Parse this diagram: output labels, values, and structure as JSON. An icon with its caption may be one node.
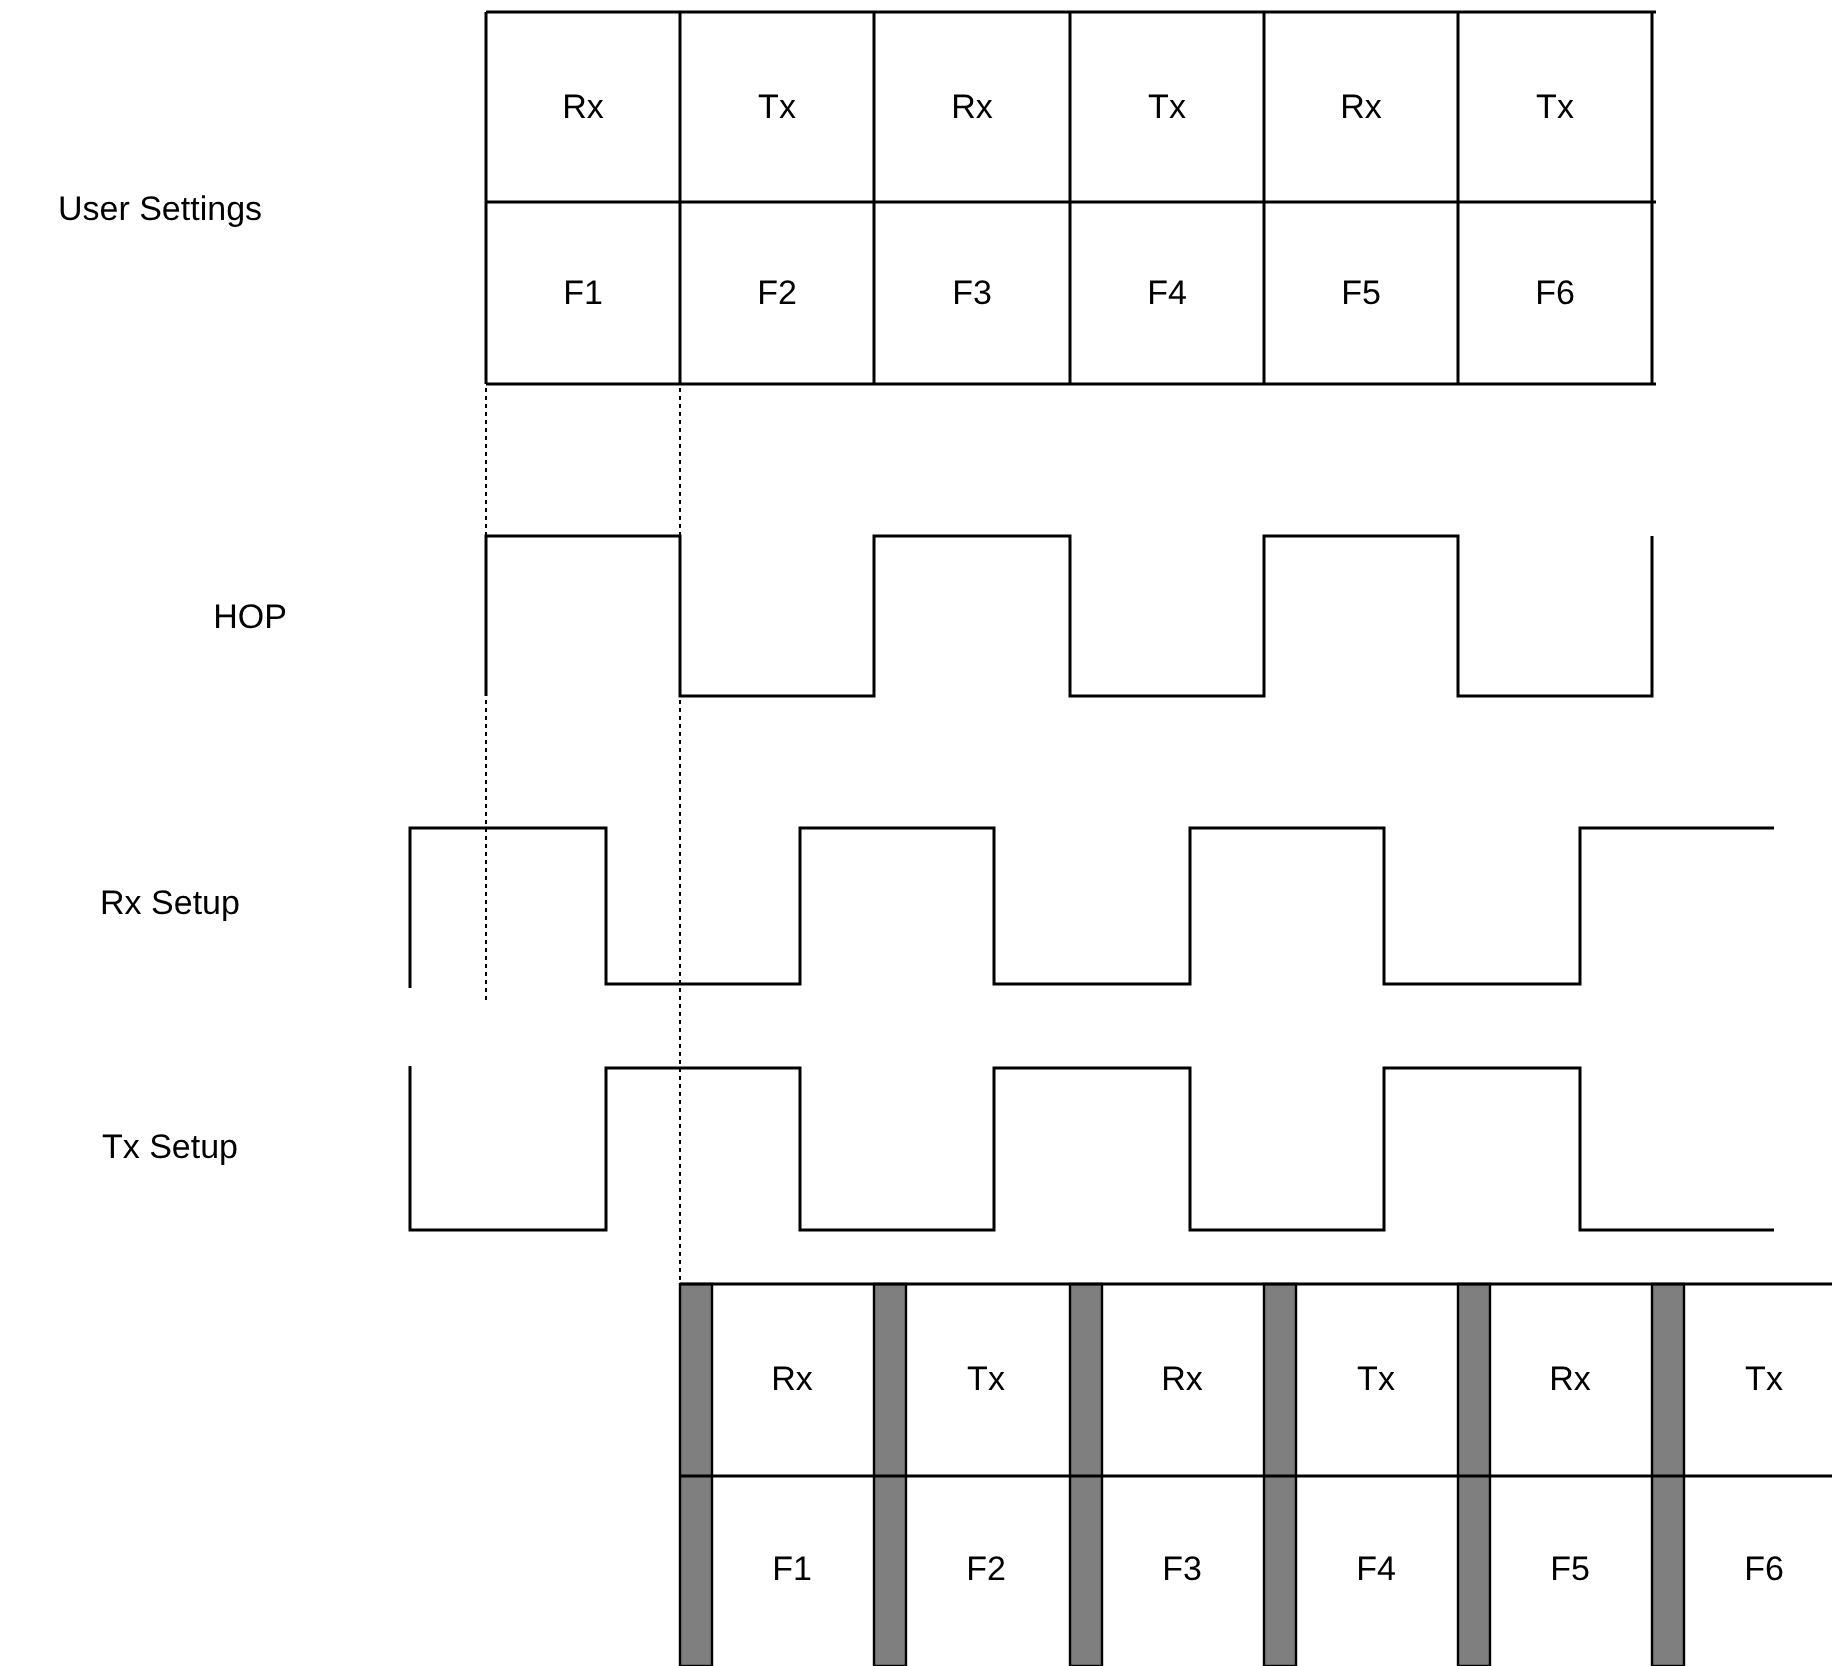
{
  "diagram": {
    "labels": [
      "User Settings",
      "HOP",
      "Rx Setup",
      "Tx Setup",
      "Rx",
      "Tx",
      "Rx",
      "Tx",
      "Rx",
      "Tx",
      "F1",
      "F2",
      "F3",
      "F4",
      "F5",
      "F6",
      "Rx",
      "Tx",
      "Rx",
      "Tx",
      "Rx",
      "Tx",
      "F1",
      "F2",
      "F3",
      "F4",
      "F5",
      "F6"
    ]
  }
}
